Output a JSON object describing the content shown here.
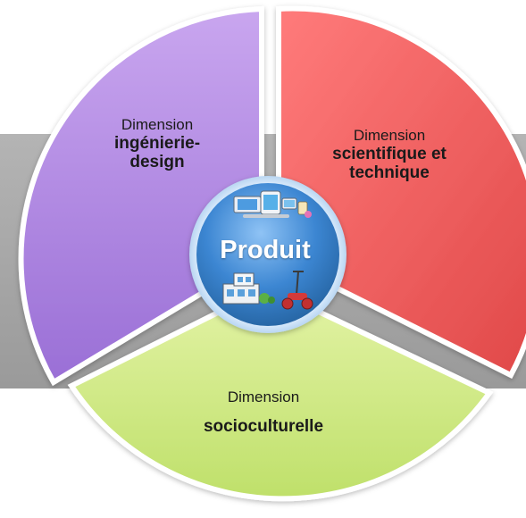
{
  "diagram": {
    "segments": [
      {
        "id": "left",
        "line1": "Dimension",
        "line2": "ingénierie-",
        "line3": "design",
        "color": "#b48be0"
      },
      {
        "id": "right",
        "line1": "Dimension",
        "line2": "scientifique et",
        "line3": "technique",
        "color": "#f25c5c"
      },
      {
        "id": "bottom",
        "line1": "Dimension",
        "line2": "socioculturelle",
        "color": "#cfe880"
      }
    ],
    "center": {
      "title": "Produit",
      "color": "#3a7fc9",
      "icons": [
        "devices-icon",
        "building-icon",
        "hoverboard-icon"
      ]
    },
    "band_color": "#a6a6a6"
  }
}
